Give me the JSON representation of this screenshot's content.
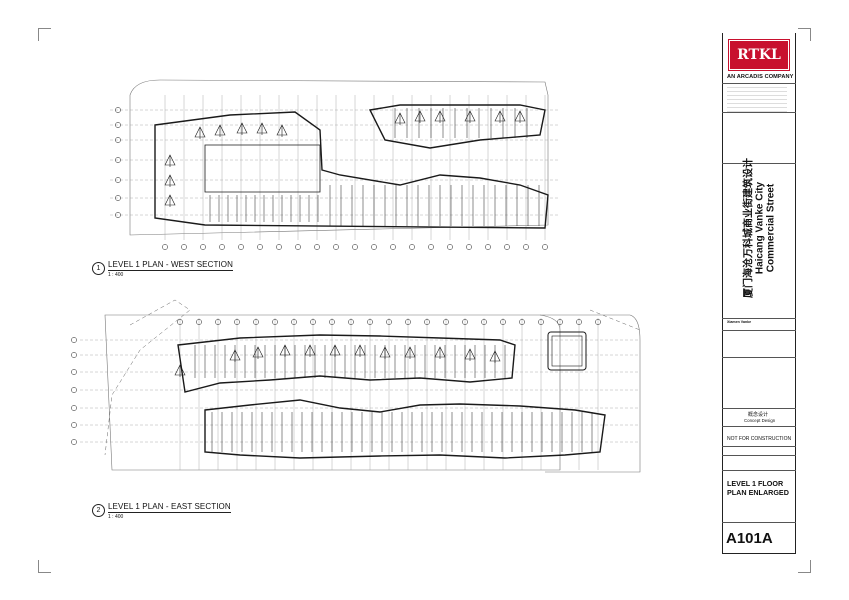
{
  "plans": [
    {
      "number": "1",
      "title": "LEVEL 1 PLAN - WEST SECTION",
      "scale": "1 : 400"
    },
    {
      "number": "2",
      "title": "LEVEL 1 PLAN - EAST SECTION",
      "scale": "1 : 400"
    }
  ],
  "title_block": {
    "logo_text": "RTKL",
    "company": "AN ARCADIS COMPANY",
    "project_cn": "厦门海沧万科城商业街建筑设计",
    "project_en_1": "Haicang Vanke City",
    "project_en_2": "Commercial Street",
    "client": "Xiamen Vanke",
    "phase_cn": "概念设计",
    "phase_en": "Concept Design",
    "status": "NOT FOR CONSTRUCTION",
    "sheet_title_1": "LEVEL 1 FLOOR",
    "sheet_title_2": "PLAN ENLARGED",
    "sheet_number": "A101A"
  },
  "colors": {
    "logo_red": "#c8102e",
    "linework": "#1a1a1a",
    "grid": "#9a9a9a"
  }
}
